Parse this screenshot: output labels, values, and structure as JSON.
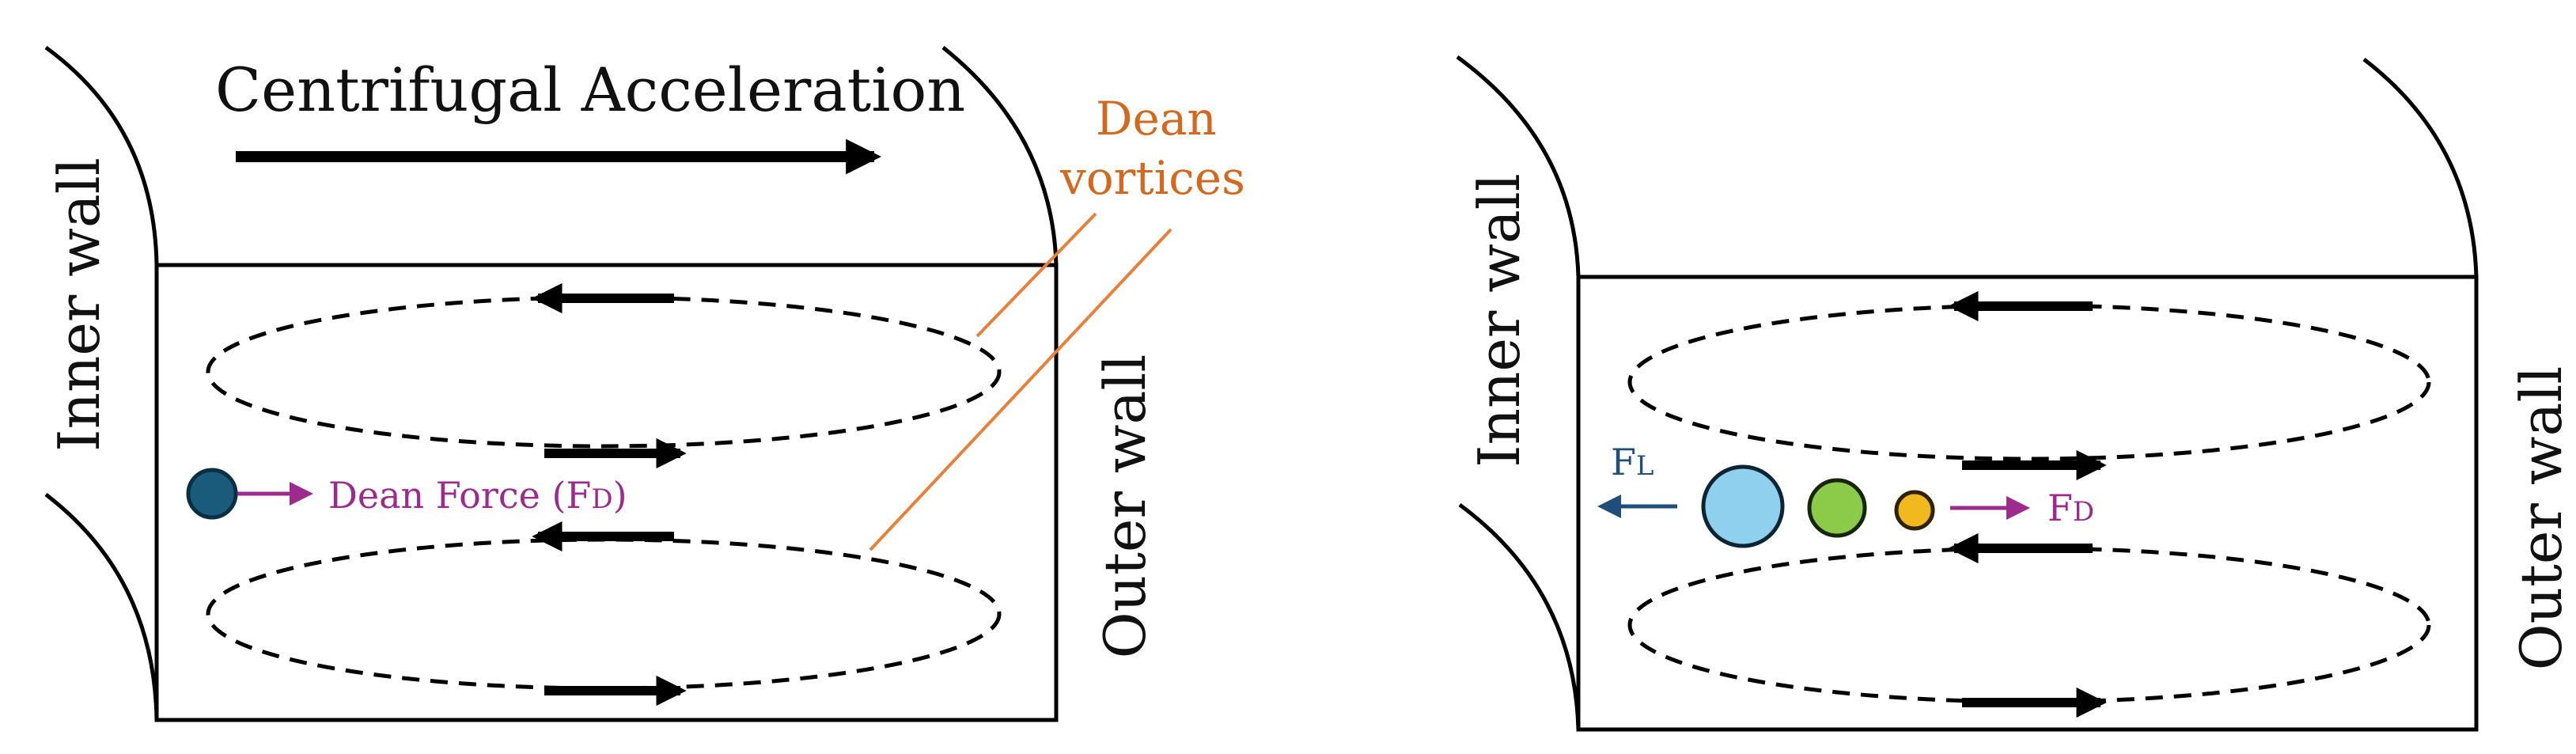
{
  "left_panel": {
    "title": "Centrifugal Acceleration",
    "inner_wall_label": "Inner wall",
    "outer_wall_label": "Outer wall",
    "vortex_label_line1": "Dean",
    "vortex_label_line2": "vortices",
    "force_label": "Dean Force (F",
    "force_subscript": "D",
    "force_label_close": ")"
  },
  "right_panel": {
    "inner_wall_label": "Inner wall",
    "outer_wall_label": "Outer wall",
    "lift_force_label": "F",
    "lift_force_subscript": "L",
    "dean_force_label": "F",
    "dean_force_subscript": "D"
  },
  "colors": {
    "vortex_label": "#D2691E",
    "dean_force": "#9B2C8E",
    "lift_force": "#1F4E79",
    "particle_dark_blue": "#1A5A7A",
    "particle_light_blue": "#8FD0EE",
    "particle_green": "#8CCB4A",
    "particle_yellow": "#F2B91E"
  }
}
